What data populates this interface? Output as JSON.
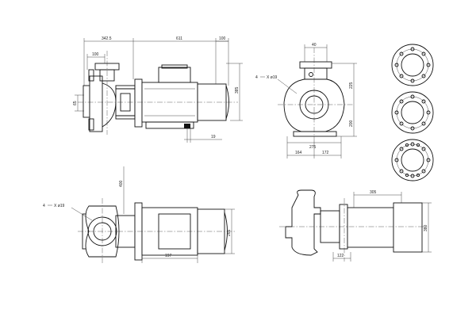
{
  "dims": {
    "v1_342_5": "342.5",
    "v1_611": "611",
    "v1_100_top": "100",
    "v1_100_inner": "100",
    "v1_385": "385",
    "v1_65": "65",
    "v1_19": "19",
    "v2_4": "4",
    "v2_hole": "X ø19",
    "v2_40": "40",
    "v2_225": "225",
    "v2_200": "200",
    "v2_275": "275",
    "v2_164": "164",
    "v2_172": "172",
    "v3_400": "400",
    "v3_4": "4",
    "v3_hole": "X ø19",
    "v3_265": "265",
    "v3_197": "197",
    "v4_305": "305",
    "v4_380": "380",
    "v4_122": "122"
  }
}
